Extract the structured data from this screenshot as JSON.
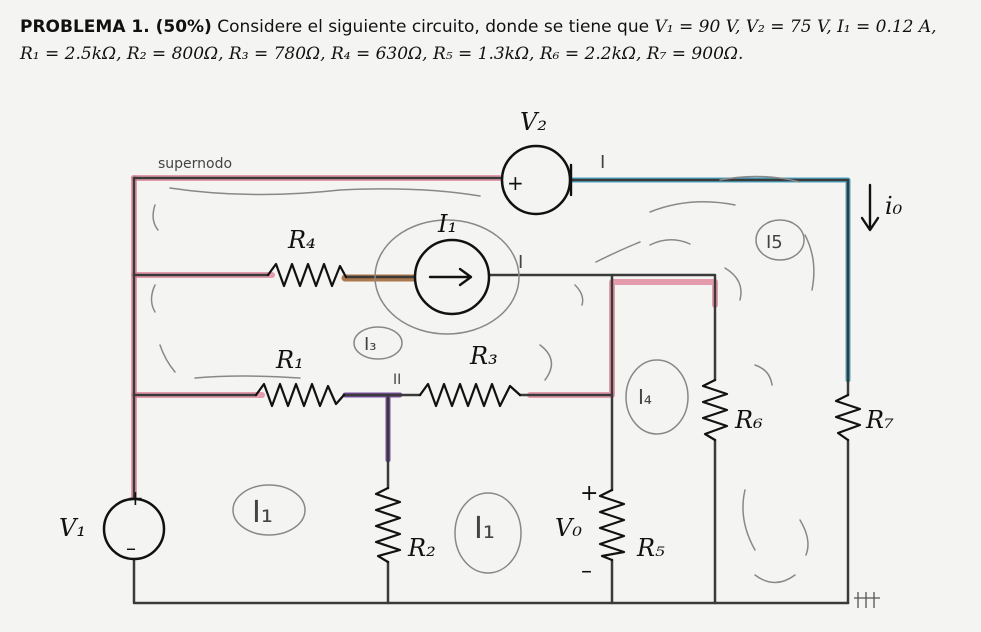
{
  "problem": {
    "heading": "PROBLEMA 1. (50%)",
    "line1_text": "Considere el siguiente circuito, donde se tiene que",
    "line1_values": "V₁ = 90 V,  V₂ = 75 V, I₁ = 0.12 A,",
    "line2_values": "R₁ = 2.5kΩ, R₂ = 800Ω, R₃ = 780Ω, R₄ = 630Ω, R₅ = 1.3kΩ, R₆ = 2.2kΩ, R₇ = 900Ω."
  },
  "circuit": {
    "labels": {
      "v1": "V₁",
      "v2": "V₂",
      "i1": "I₁",
      "r1": "R₁",
      "r2": "R₂",
      "r3": "R₃",
      "r4": "R₄",
      "r5": "R₅",
      "r6": "R₆",
      "r7": "R₇",
      "vo": "V₀",
      "io": "i₀",
      "plus": "+",
      "minus": "–"
    },
    "handwritten": {
      "supernode": "supernodo",
      "mesh_i1a": "I₁",
      "mesh_i1b": "I₁",
      "mesh_i3": "I₃",
      "mesh_i4": "I₄",
      "mesh_i5": "I5",
      "node_ii": "II",
      "node_mark": "I"
    },
    "colors": {
      "wire": "#3a3a3a",
      "pink": "#e0869a",
      "blue": "#4aa6c4",
      "purple": "#7a4fa0",
      "brown": "#a0622e",
      "pencil": "#888888"
    }
  }
}
